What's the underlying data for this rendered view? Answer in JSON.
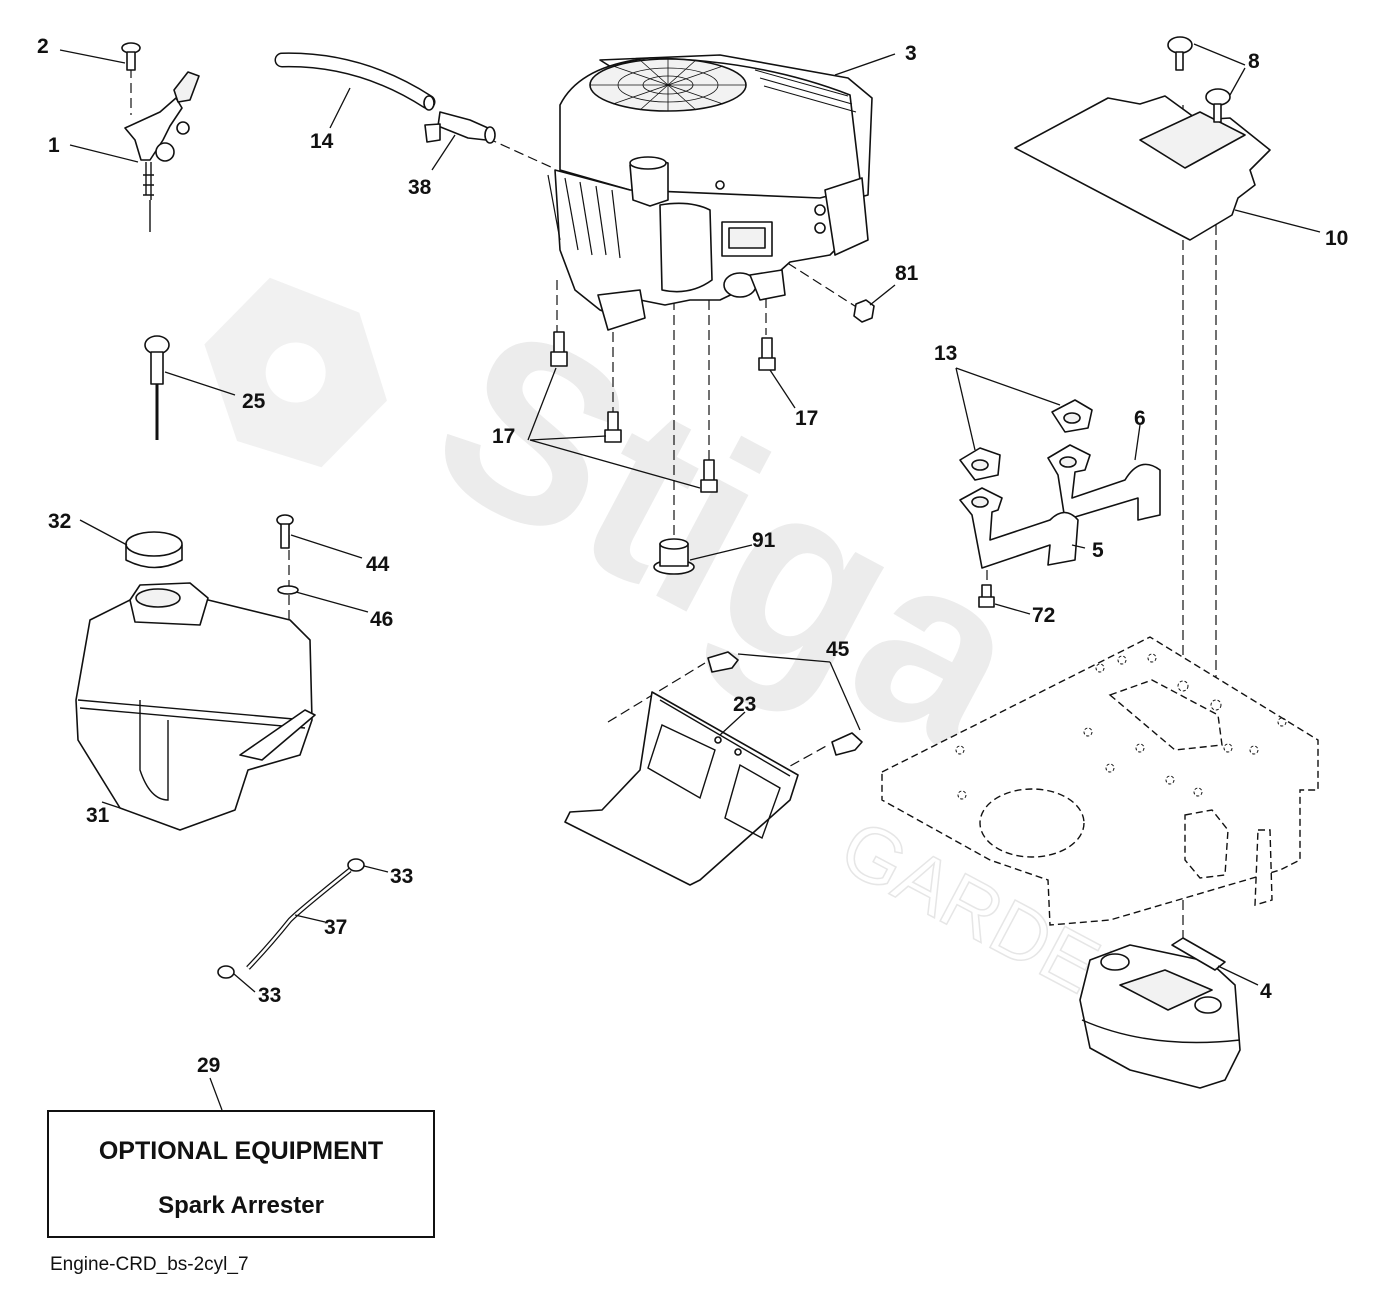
{
  "labels": {
    "p1": "1",
    "p2": "2",
    "p3": "3",
    "p4": "4",
    "p5": "5",
    "p6": "6",
    "p8": "8",
    "p10": "10",
    "p13": "13",
    "p14": "14",
    "p17a": "17",
    "p17b": "17",
    "p23": "23",
    "p25": "25",
    "p29": "29",
    "p31": "31",
    "p32": "32",
    "p33a": "33",
    "p33b": "33",
    "p37": "37",
    "p38": "38",
    "p44": "44",
    "p45": "45",
    "p46": "46",
    "p72": "72",
    "p81": "81",
    "p91": "91"
  },
  "optional_box": {
    "title": "OPTIONAL EQUIPMENT",
    "subtitle": "Spark Arrester"
  },
  "diagram_code": "Engine-CRD_bs-2cyl_7",
  "watermark": {
    "brand": "Stiga",
    "sub": "GARDEN"
  }
}
